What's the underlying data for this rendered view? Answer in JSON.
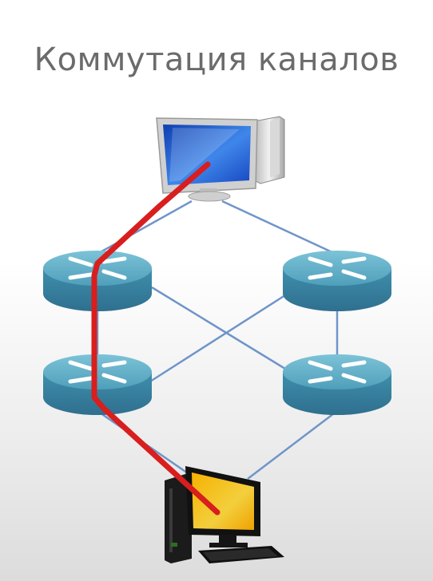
{
  "slide": {
    "title": "Коммутация каналов"
  },
  "diagram": {
    "nodes": [
      {
        "id": "top-computer",
        "kind": "computer"
      },
      {
        "id": "router-top-left",
        "kind": "router"
      },
      {
        "id": "router-top-right",
        "kind": "router"
      },
      {
        "id": "router-bottom-left",
        "kind": "router"
      },
      {
        "id": "router-bottom-right",
        "kind": "router"
      },
      {
        "id": "bottom-computer",
        "kind": "computer"
      }
    ],
    "links": [
      [
        "top-computer",
        "router-top-left"
      ],
      [
        "top-computer",
        "router-top-right"
      ],
      [
        "router-top-left",
        "router-bottom-left"
      ],
      [
        "router-top-left",
        "router-bottom-right"
      ],
      [
        "router-top-right",
        "router-bottom-left"
      ],
      [
        "router-top-right",
        "router-bottom-right"
      ],
      [
        "router-bottom-left",
        "bottom-computer"
      ],
      [
        "router-bottom-right",
        "bottom-computer"
      ]
    ],
    "circuit_path": [
      "top-computer",
      "router-top-left",
      "router-bottom-left",
      "bottom-computer"
    ],
    "colors": {
      "link": "#6f95c9",
      "circuit": "#d81e1e",
      "router": "#4f9fba",
      "monitor_top": "#1f5fd6",
      "monitor_bottom": "#f0a400"
    }
  }
}
